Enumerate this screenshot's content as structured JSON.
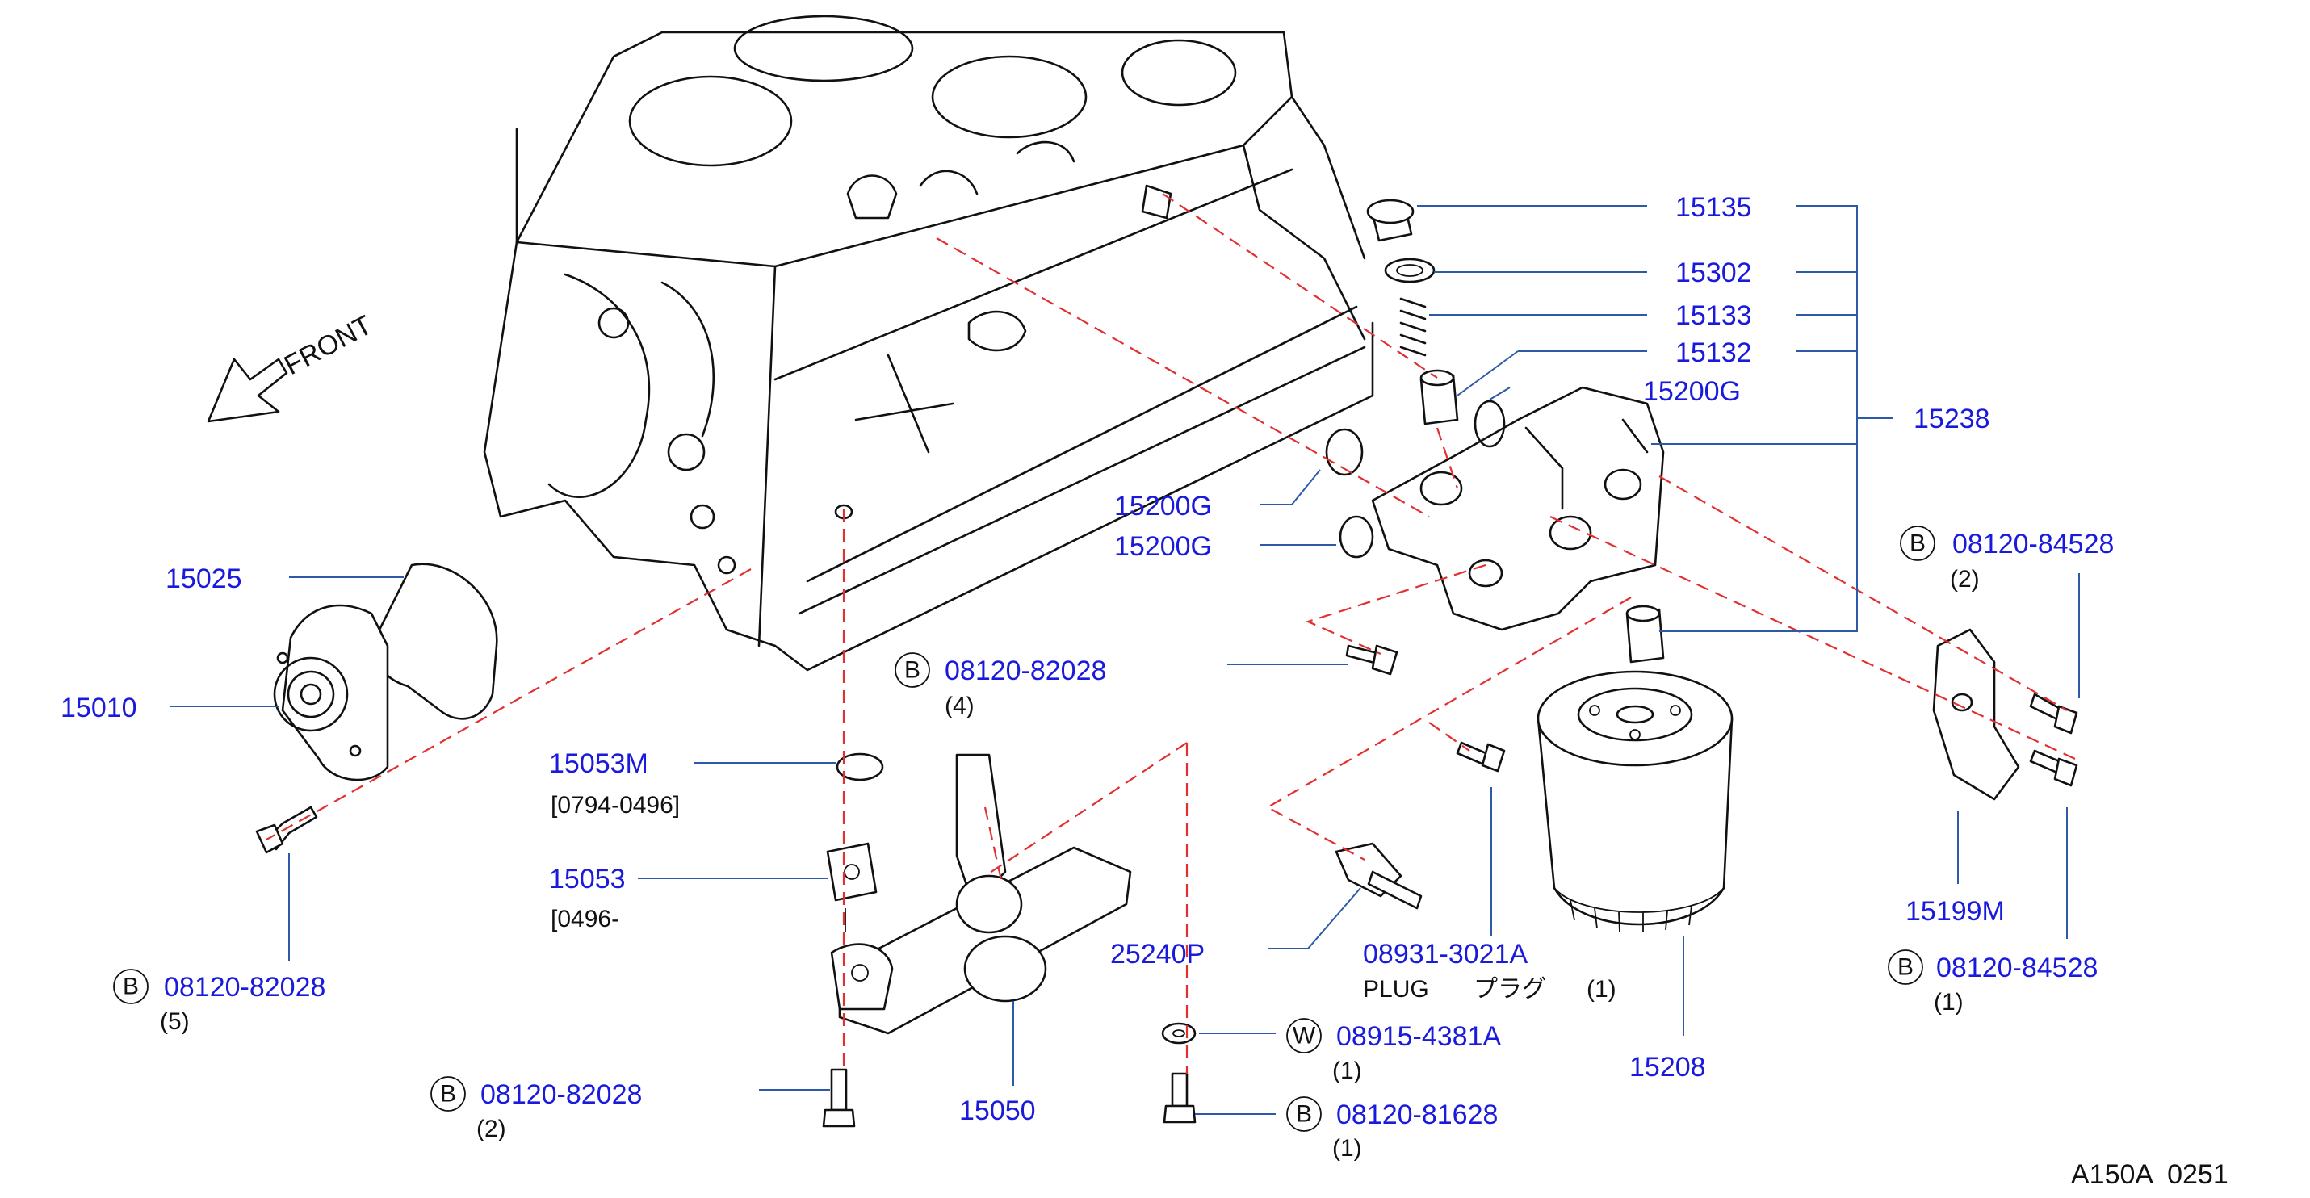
{
  "front_label": "FRONT",
  "diagram_code": "A150A  0251",
  "labels": {
    "p15135": "15135",
    "p15302": "15302",
    "p15133": "15133",
    "p15132": "15132",
    "p15200g_a": "15200G",
    "p15238": "15238",
    "p15200g_b": "15200G",
    "p15200g_c": "15200G",
    "p15025": "15025",
    "p15010": "15010",
    "b82028_4": "08120-82028",
    "b82028_4_qty": "(4)",
    "p15053m": "15053M",
    "p15053m_note": "[0794-0496]",
    "p15053": "15053",
    "p15053_note": "[0496-",
    "b82028_5": "08120-82028",
    "b82028_5_qty": "(5)",
    "b82028_2": "08120-82028",
    "b82028_2_qty": "(2)",
    "p15050": "15050",
    "p25240p": "25240P",
    "p08931": "08931-3021A",
    "plug_en": "PLUG",
    "plug_jp": "プラグ",
    "plug_qty": "(1)",
    "w08915": "08915-4381A",
    "w08915_qty": "(1)",
    "b81628": "08120-81628",
    "b81628_qty": "(1)",
    "p15208": "15208",
    "b84528_top": "08120-84528",
    "b84528_top_qty": "(2)",
    "p15199m": "15199M",
    "b84528_bot": "08120-84528",
    "b84528_bot_qty": "(1)"
  },
  "circle_letters": {
    "b": "B",
    "w": "W"
  }
}
